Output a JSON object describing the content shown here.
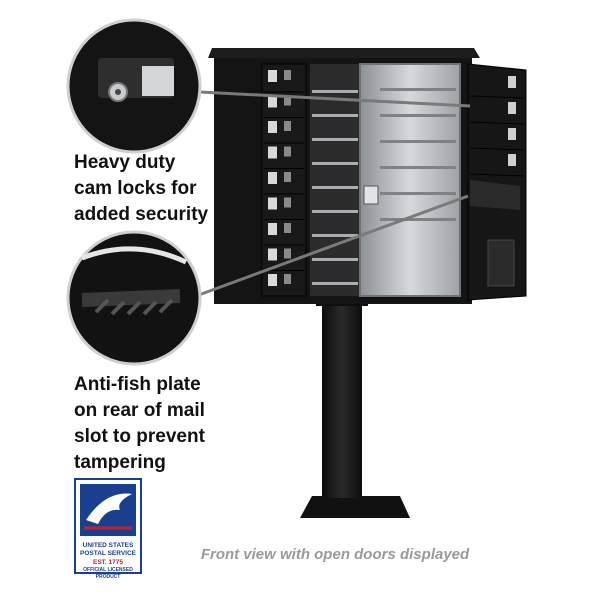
{
  "callouts": [
    {
      "text": "Heavy duty\ncam locks for\nadded security",
      "detail": "cam-lock-closeup"
    },
    {
      "text": "Anti-fish plate\non rear of mail\nslot to prevent\ntampering",
      "detail": "anti-fish-plate-closeup"
    }
  ],
  "caption": "Front view with open doors displayed",
  "logo": {
    "line1": "UNITED STATES",
    "line2": "POSTAL SERVICE",
    "line3": "EST. 1775",
    "line4": "OFFICIAL LICENSED PRODUCT"
  },
  "colors": {
    "mailbox": "#151515",
    "steel": "#b9bcc0",
    "usps_blue": "#1b3f8f",
    "usps_red": "#c0202a",
    "caption": "#9a9a9a"
  }
}
